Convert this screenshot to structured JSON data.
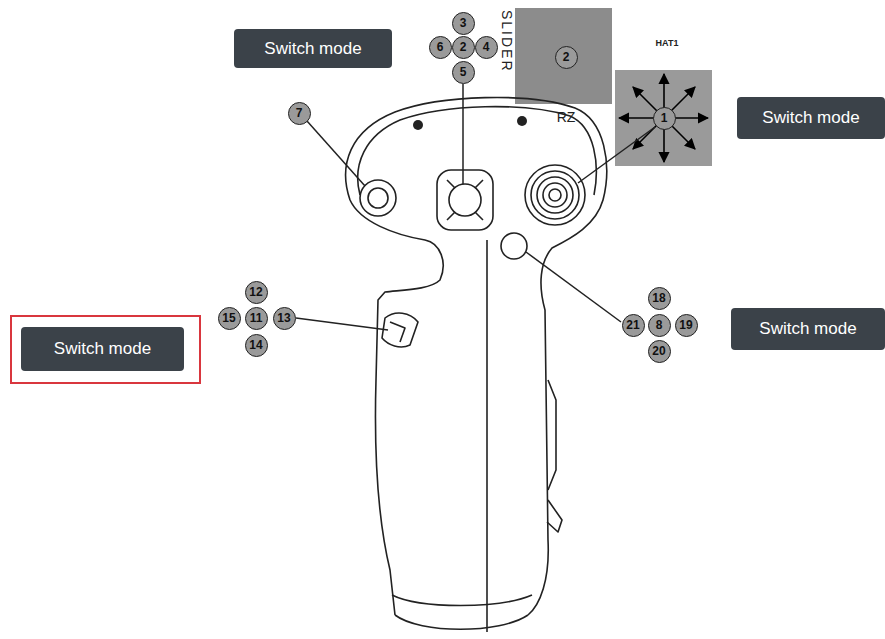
{
  "diagram": {
    "nodes": [
      {
        "text": [
          "Switch mode"
        ]
      },
      {
        "text": [
          "3"
        ]
      },
      {
        "text": [
          "6"
        ]
      },
      {
        "text": [
          "2"
        ]
      },
      {
        "text": [
          "4"
        ]
      },
      {
        "text": [
          "5"
        ]
      },
      {
        "text": [
          "2"
        ]
      },
      {
        "text": [
          "1"
        ]
      },
      {
        "text": [
          "Switch mode"
        ]
      },
      {
        "text": [
          "7"
        ]
      },
      {
        "text": [
          "12"
        ]
      },
      {
        "text": [
          "15"
        ]
      },
      {
        "text": [
          "11"
        ]
      },
      {
        "text": [
          "13"
        ]
      },
      {
        "text": [
          "14"
        ]
      },
      {
        "text": [
          "Switch mode"
        ]
      },
      {
        "text": [
          "18"
        ]
      },
      {
        "text": [
          "21"
        ]
      },
      {
        "text": [
          "8"
        ]
      },
      {
        "text": [
          "19"
        ]
      },
      {
        "text": [
          "20"
        ]
      },
      {
        "text": [
          "Switch mode"
        ]
      }
    ],
    "labels": [
      "SLIDER",
      "RZ",
      "HAT1"
    ]
  }
}
